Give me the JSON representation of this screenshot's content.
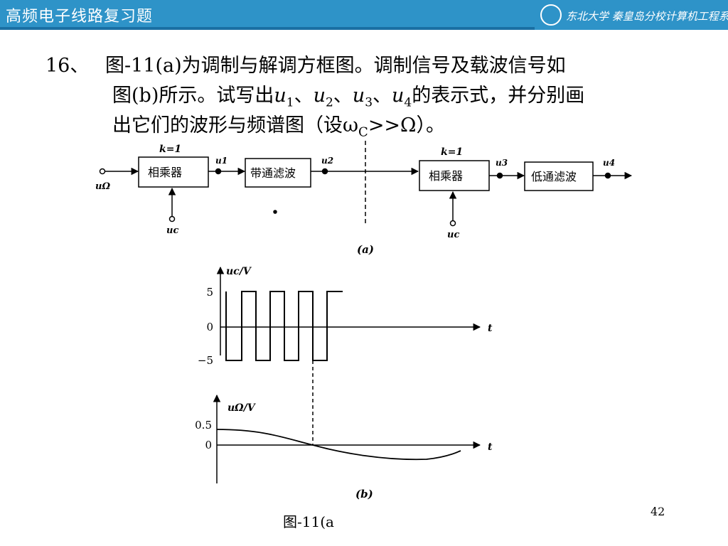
{
  "header": {
    "title": "高频电子线路复习题",
    "logo_text": "东北大学 秦皇岛分校计算机工程系"
  },
  "question": {
    "number": "16、",
    "line1": "图-11(a)为调制与解调方框图。调制信号及载波信号如",
    "line2_pre": "图(b)所示。试写出",
    "u1": "u",
    "u1sub": "1",
    "sep1": "、",
    "u2": "u",
    "u2sub": "2",
    "sep2": "、",
    "u3": "u",
    "u3sub": "3",
    "sep3": "、",
    "u4": "u",
    "u4sub": "4",
    "line2_post": "的表示式，并分别画",
    "line3_pre": "出它们的波形与频谱图（设ω",
    "line3_sub": "C",
    "line3_post": ">>Ω）。"
  },
  "block_diagram": {
    "k1": "k=1",
    "k2": "k=1",
    "mult1": "相乘器",
    "bpf": "带通滤波",
    "mult2": "相乘器",
    "lpf": "低通滤波",
    "in_omega": "uΩ",
    "uc1": "uc",
    "uc2": "uc",
    "u1": "u1",
    "u2": "u2",
    "u3": "u3",
    "u4": "u4",
    "label_a": "(a)"
  },
  "waveforms": {
    "uc_axis": "uc/V",
    "uc_ticks": [
      "5",
      "0",
      "−5"
    ],
    "t_label1": "t",
    "uomega_axis": "uΩ/V",
    "uomega_ticks": [
      "0.5",
      "0"
    ],
    "t_label2": "t",
    "label_b": "(b)"
  },
  "footer": {
    "caption": "图-11(a",
    "page": "42"
  },
  "colors": {
    "title_bar": "#2e93c8",
    "title_border": "#1a6fa3"
  }
}
